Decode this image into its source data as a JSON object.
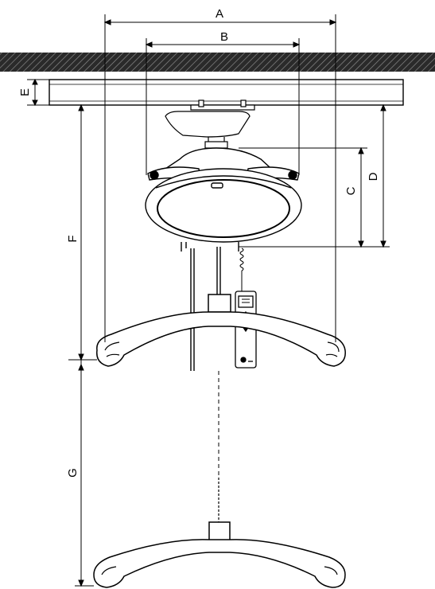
{
  "dimension_labels": {
    "a": "A",
    "b": "B",
    "c": "C",
    "d": "D",
    "e": "E",
    "f": "F",
    "g": "G"
  },
  "colors": {
    "ink": "#000000",
    "ceiling_hatch": "#1a1a1a",
    "paper": "#ffffff"
  }
}
